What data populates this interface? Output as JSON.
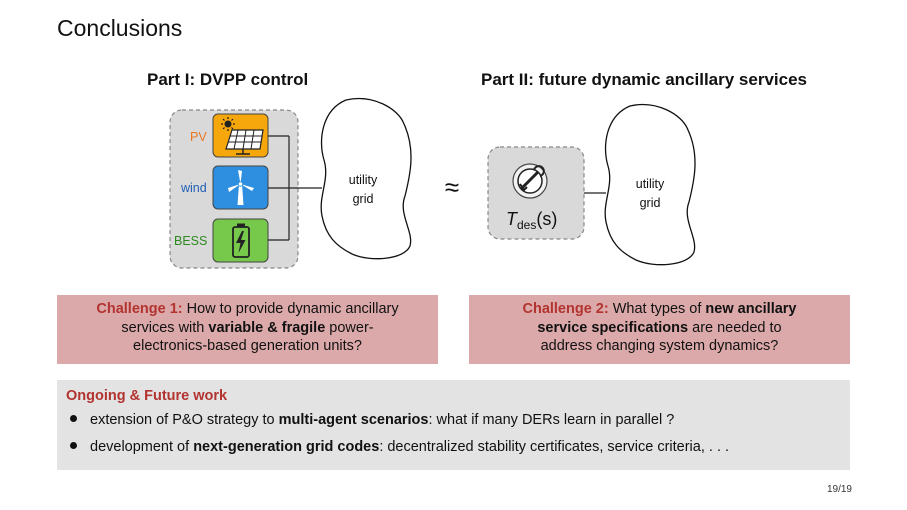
{
  "slide": {
    "title": "Conclusions",
    "page_number": "19/19"
  },
  "part1": {
    "heading": "Part I: DVPP control",
    "units": [
      {
        "label": "PV",
        "color": "#e87722",
        "icon": "solar-panel-icon",
        "box_color": "#f5a70c"
      },
      {
        "label": "wind",
        "color": "#1f5fb4",
        "icon": "wind-turbine-icon",
        "box_color": "#2e8fe0"
      },
      {
        "label": "BESS",
        "color": "#2d8a1f",
        "icon": "battery-icon",
        "box_color": "#76c94a"
      }
    ],
    "grid_line1": "utility",
    "grid_line2": "grid"
  },
  "approx_symbol": "≈",
  "part2": {
    "heading": "Part II: future dynamic ancillary services",
    "device_icon": "gear-wrench-icon",
    "transfer_fn_T": "T",
    "transfer_fn_sub": "des",
    "transfer_fn_arg": "(s)",
    "grid_line1": "utility",
    "grid_line2": "grid"
  },
  "challenge1": {
    "label": "Challenge 1:",
    "text_a": "How to provide dynamic ancillary",
    "text_b": "services with",
    "bold_b": "variable & fragile",
    "text_c": "power-",
    "text_d": "electronics-based generation units?"
  },
  "challenge2": {
    "label": "Challenge 2:",
    "text_a": "What types of",
    "bold_a": "new ancillary",
    "bold_b": "service specifications",
    "text_b": "are needed to",
    "text_c": "address changing system dynamics?"
  },
  "future": {
    "heading": "Ongoing & Future work",
    "bullet1_a": "extension of P&O strategy to",
    "bullet1_bold": "multi-agent scenarios",
    "bullet1_b": ": what if many DERs learn in parallel ?",
    "bullet2_a": "development of",
    "bullet2_bold": "next-generation grid codes",
    "bullet2_b": ": decentralized stability certificates, service criteria, . . ."
  }
}
